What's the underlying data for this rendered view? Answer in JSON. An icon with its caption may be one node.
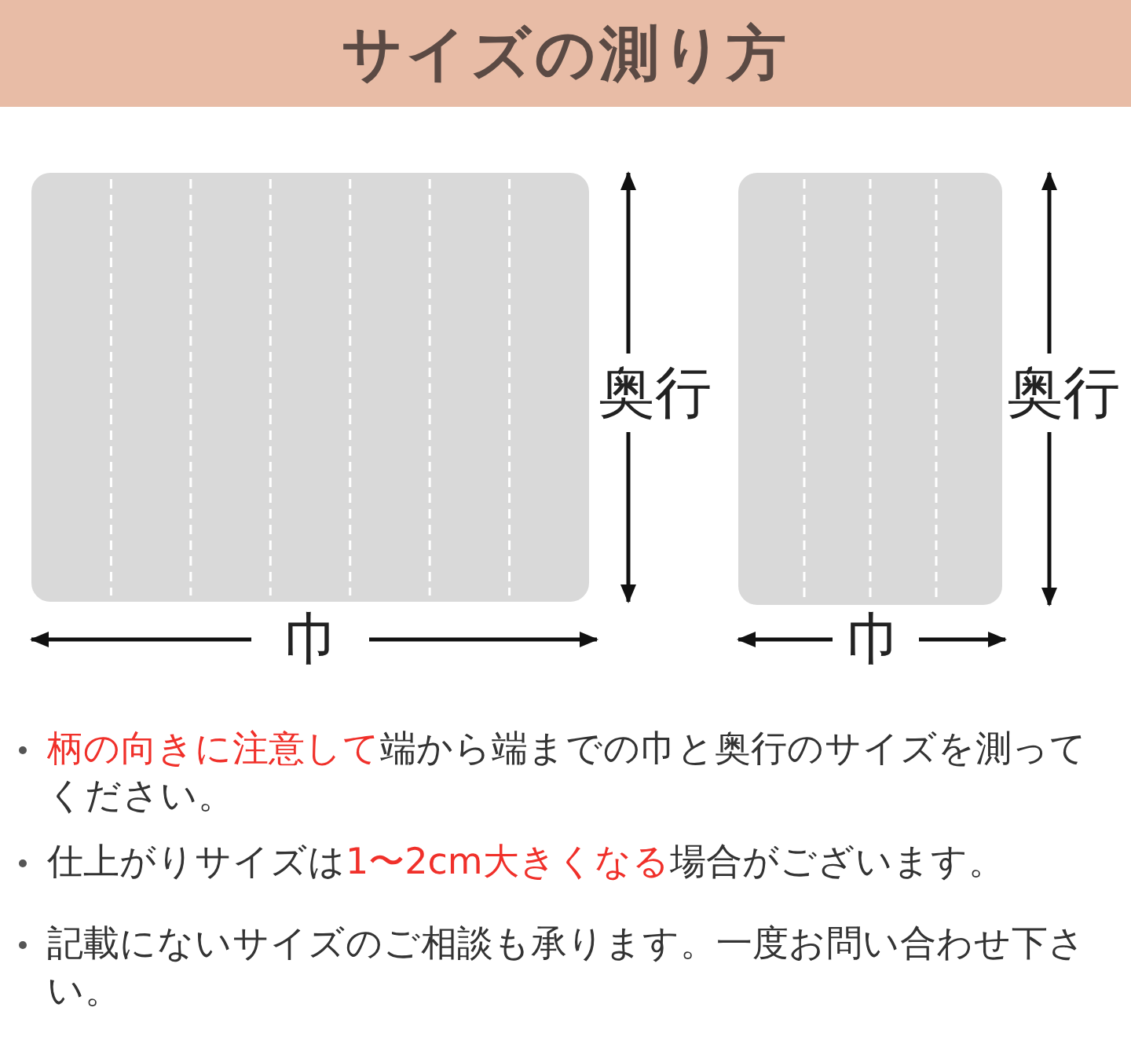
{
  "diagram": {
    "title": "サイズの測り方",
    "nodes": [
      {
        "text": [],
        "shape": "box"
      },
      {
        "text": [],
        "shape": "box"
      }
    ],
    "labels": [
      "奥行",
      "巾",
      "奥行",
      "巾",
      "**柄の向きに注意して**端から端までの巾と奥行のサイズを測ってください。",
      "仕上がりサイズは**1〜2cm大きくなる**場合がございます。",
      "記載にないサイズのご相談も承ります。一度お問い合わせ下さい。"
    ]
  }
}
